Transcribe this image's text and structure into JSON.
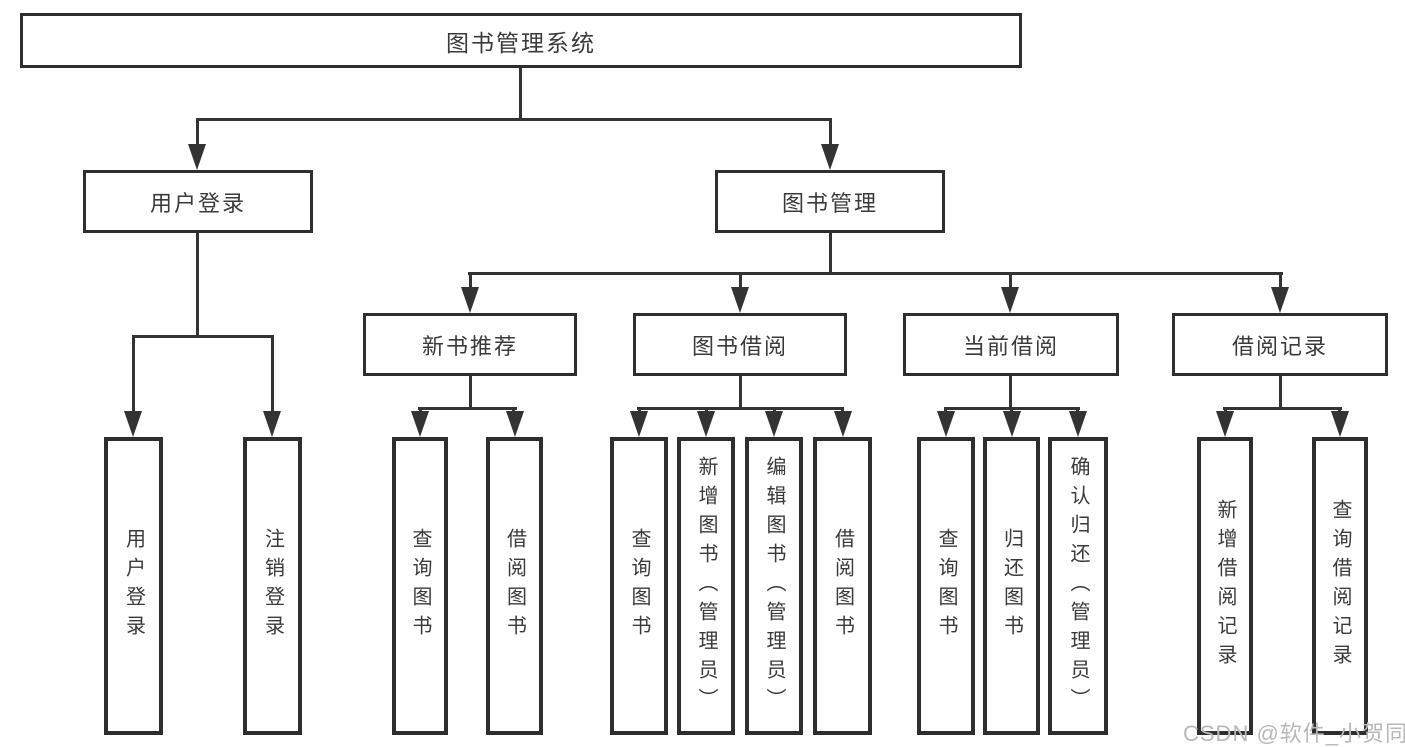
{
  "diagram": {
    "root": {
      "label": "图书管理系统"
    },
    "user_login": {
      "label": "用户登录",
      "children": {
        "login": "用户登录",
        "logout": "注销登录"
      }
    },
    "book_mgmt": {
      "label": "图书管理",
      "new_book": {
        "label": "新书推荐",
        "children": {
          "query": "查询图书",
          "borrow": "借阅图书"
        }
      },
      "borrow": {
        "label": "图书借阅",
        "children": {
          "query": "查询图书",
          "add": "新增图书（管理员）",
          "edit": "编辑图书（管理员）",
          "borrow": "借阅图书"
        }
      },
      "current": {
        "label": "当前借阅",
        "children": {
          "query": "查询图书",
          "return": "归还图书",
          "confirm": "确认归还（管理员）"
        }
      },
      "records": {
        "label": "借阅记录",
        "children": {
          "add": "新增借阅记录",
          "query": "查询借阅记录"
        }
      }
    }
  },
  "watermark": {
    "text": "CSDN @软件_小贺同学"
  },
  "colors": {
    "line": "#333333",
    "border": "#2e2e2e",
    "text": "#3a3a3a",
    "watermark": "#b8b8b8",
    "background": "#ffffff"
  }
}
